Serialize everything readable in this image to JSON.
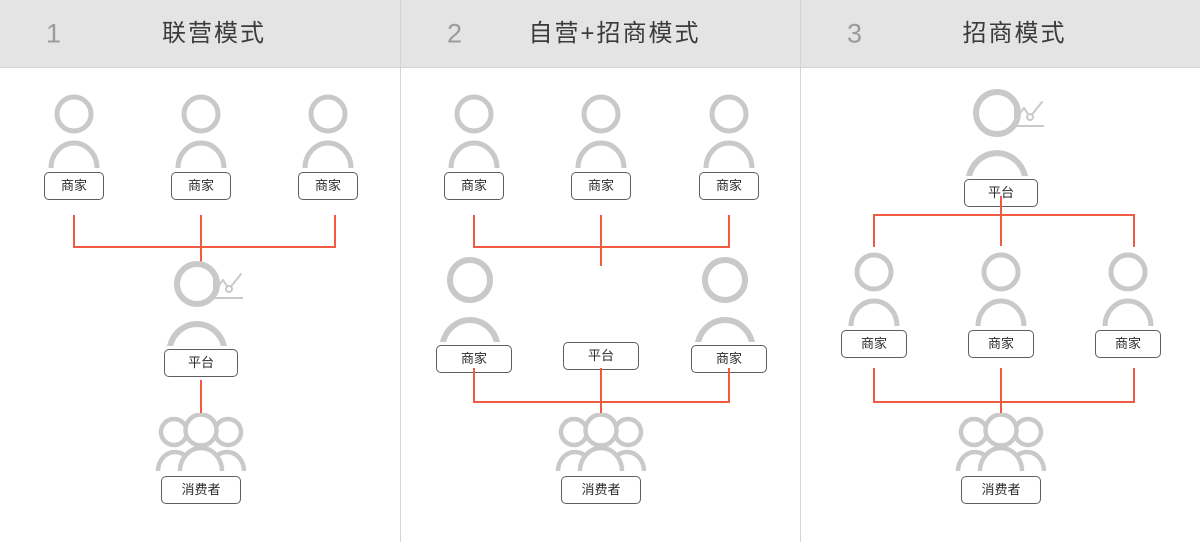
{
  "diagram": {
    "title_row": [
      {
        "number": "1",
        "title": "联营模式"
      },
      {
        "number": "2",
        "title": "自营+招商模式"
      },
      {
        "number": "3",
        "title": "招商模式"
      }
    ],
    "labels": {
      "merchant": "商家",
      "platform": "平台",
      "consumer": "消费者"
    },
    "icons": {
      "person": "person-icon",
      "person_group": "person-group-icon",
      "chart_badge": "line-chart-badge-icon"
    },
    "colors": {
      "connector": "#f15b43",
      "icon_gray": "#c9c9c9",
      "header_bg": "#e4e4e4",
      "header_number": "#9b9b9b",
      "header_title": "#3b3b3b",
      "label_border": "#5e5e5e",
      "panel_divider": "#d4d4d4"
    },
    "panels": [
      {
        "name": "联营模式",
        "nodes": [
          {
            "id": "p1-m1",
            "label": "商家",
            "icon": "person-icon",
            "tier": "top"
          },
          {
            "id": "p1-m2",
            "label": "商家",
            "icon": "person-icon",
            "tier": "top"
          },
          {
            "id": "p1-m3",
            "label": "商家",
            "icon": "person-icon",
            "tier": "top"
          },
          {
            "id": "p1-pf",
            "label": "平台",
            "icon": "person-icon",
            "tier": "middle",
            "badge": "line-chart-badge-icon"
          },
          {
            "id": "p1-cs",
            "label": "消费者",
            "icon": "person-group-icon",
            "tier": "bottom"
          }
        ],
        "flow": "三个商家 → 平台 → 消费者"
      },
      {
        "name": "自营+招商模式",
        "nodes": [
          {
            "id": "p2-m1",
            "label": "商家",
            "icon": "person-icon",
            "tier": "top"
          },
          {
            "id": "p2-m2",
            "label": "商家",
            "icon": "person-icon",
            "tier": "top"
          },
          {
            "id": "p2-m3",
            "label": "商家",
            "icon": "person-icon",
            "tier": "top"
          },
          {
            "id": "p2-m4",
            "label": "商家",
            "icon": "person-icon",
            "tier": "middle"
          },
          {
            "id": "p2-pf",
            "label": "平台",
            "icon": "none",
            "tier": "middle"
          },
          {
            "id": "p2-m5",
            "label": "商家",
            "icon": "person-icon",
            "tier": "middle"
          },
          {
            "id": "p2-cs",
            "label": "消费者",
            "icon": "person-group-icon",
            "tier": "bottom"
          }
        ],
        "flow": "三个商家 → 平台（自营商家并列）→ 消费者"
      },
      {
        "name": "招商模式",
        "nodes": [
          {
            "id": "p3-pf",
            "label": "平台",
            "icon": "person-icon",
            "tier": "top",
            "badge": "line-chart-badge-icon"
          },
          {
            "id": "p3-m1",
            "label": "商家",
            "icon": "person-icon",
            "tier": "middle"
          },
          {
            "id": "p3-m2",
            "label": "商家",
            "icon": "person-icon",
            "tier": "middle"
          },
          {
            "id": "p3-m3",
            "label": "商家",
            "icon": "person-icon",
            "tier": "middle"
          },
          {
            "id": "p3-cs",
            "label": "消费者",
            "icon": "person-group-icon",
            "tier": "bottom"
          }
        ],
        "flow": "平台 → 三个商家 → 消费者"
      }
    ]
  }
}
